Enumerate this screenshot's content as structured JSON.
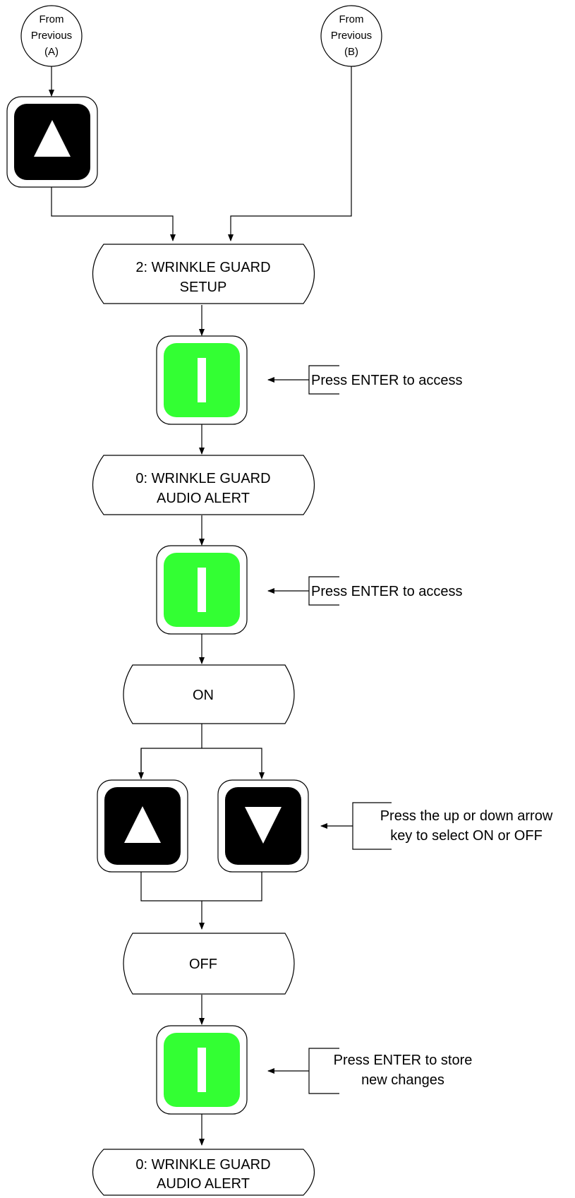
{
  "connectors": {
    "a": [
      "From",
      "Previous",
      "(A)"
    ],
    "b": [
      "From",
      "Previous",
      "(B)"
    ]
  },
  "screens": {
    "menu": [
      "2: WRINKLE GUARD",
      "SETUP"
    ],
    "audio": [
      "0: WRINKLE GUARD",
      "AUDIO ALERT"
    ],
    "on": [
      "ON"
    ],
    "off": [
      "OFF"
    ],
    "final": [
      "0: WRINKLE GUARD",
      "AUDIO ALERT"
    ]
  },
  "notes": {
    "enter1": [
      "Press ENTER to access"
    ],
    "enter2": [
      "Press ENTER to access"
    ],
    "arrows": [
      "Press the up or down arrow",
      "key to select ON or OFF"
    ],
    "enter3": [
      "Press ENTER to store",
      "new changes"
    ]
  },
  "colors": {
    "enter_key": "#33ff33",
    "arrow_key": "#000000"
  },
  "keys": {
    "up_key_icon": "up-arrow-icon",
    "down_key_icon": "down-arrow-icon",
    "enter_key_icon": "enter-bar-icon"
  }
}
